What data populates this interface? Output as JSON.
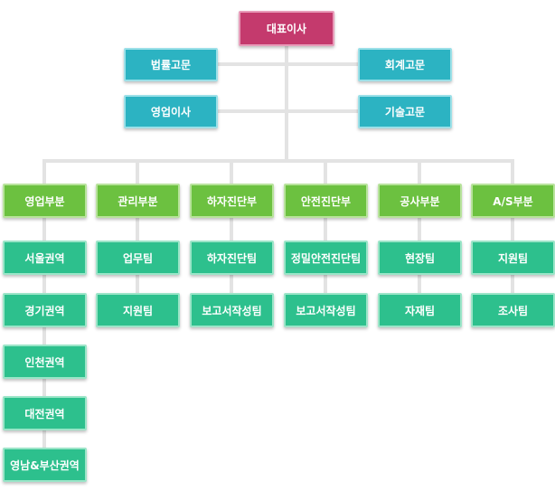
{
  "ceo": "대표이사",
  "advisors": {
    "law": "법률고문",
    "accounting": "회계고문",
    "sales_director": "영업이사",
    "tech": "기술고문"
  },
  "departments": [
    {
      "name": "영업부분",
      "teams": [
        "서울권역",
        "경기권역",
        "인천권역",
        "대전권역",
        "영남&부산권역"
      ]
    },
    {
      "name": "관리부분",
      "teams": [
        "업무팀",
        "지원팀"
      ]
    },
    {
      "name": "하자진단부",
      "teams": [
        "하자진단팀",
        "보고서작성팀"
      ]
    },
    {
      "name": "안전진단부",
      "teams": [
        "정밀안전진단팀",
        "보고서작성팀"
      ]
    },
    {
      "name": "공사부분",
      "teams": [
        "현장팀",
        "자재팀"
      ]
    },
    {
      "name": "A/S부분",
      "teams": [
        "지원팀",
        "조사팀"
      ]
    }
  ],
  "colors": {
    "ceo": "#c43a6d",
    "advisor": "#2cb3c2",
    "department": "#6cc140",
    "team": "#2dc08d",
    "connector": "#e3e3e3"
  }
}
